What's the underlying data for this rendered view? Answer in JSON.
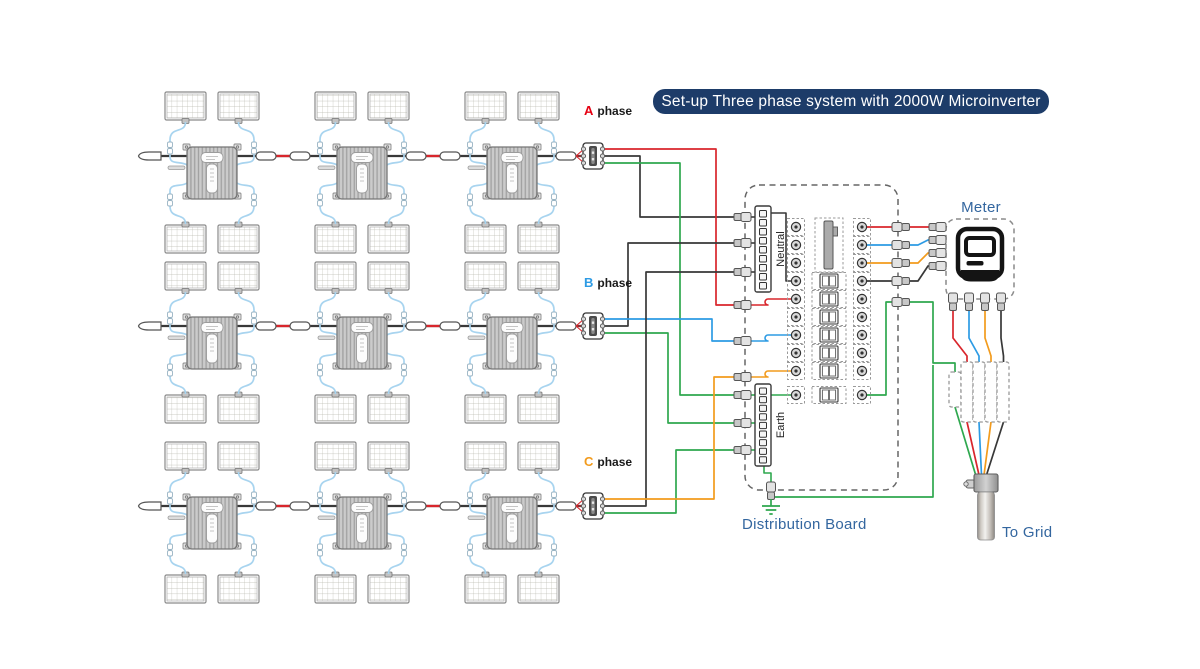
{
  "banner": {
    "text": "Set-up Three phase system with 2000W Microinverter",
    "bg": "#1d3c69",
    "fg": "#ffffff"
  },
  "phases": [
    {
      "letter": "A",
      "word": "phase",
      "letter_color": "#e60012",
      "wire_color": "#d9262c"
    },
    {
      "letter": "B",
      "word": "phase",
      "letter_color": "#2d9be4",
      "wire_color": "#2d9be4"
    },
    {
      "letter": "C",
      "word": "phase",
      "letter_color": "#f29b1d",
      "wire_color": "#f29b1d"
    }
  ],
  "labels": {
    "meter": "Meter",
    "distribution_board": "Distribution Board",
    "to_grid": "To Grid",
    "neutral": "Neutral",
    "earth": "Earth"
  },
  "label_color": "#33669f",
  "wire_colors": {
    "neutral": "#383838",
    "earth": "#2fa84f",
    "dc_cable": "#a8d4ef",
    "trunk": "#383838",
    "inter_unit_segment": "#d9262c"
  },
  "system": {
    "phase_rows": 3,
    "microinverters_per_row": 3,
    "panels_per_microinverter": 4,
    "breaker_rows": 7,
    "switch_poles": 3,
    "neutral_bus_terminals": 9,
    "earth_bus_terminals": 9
  }
}
